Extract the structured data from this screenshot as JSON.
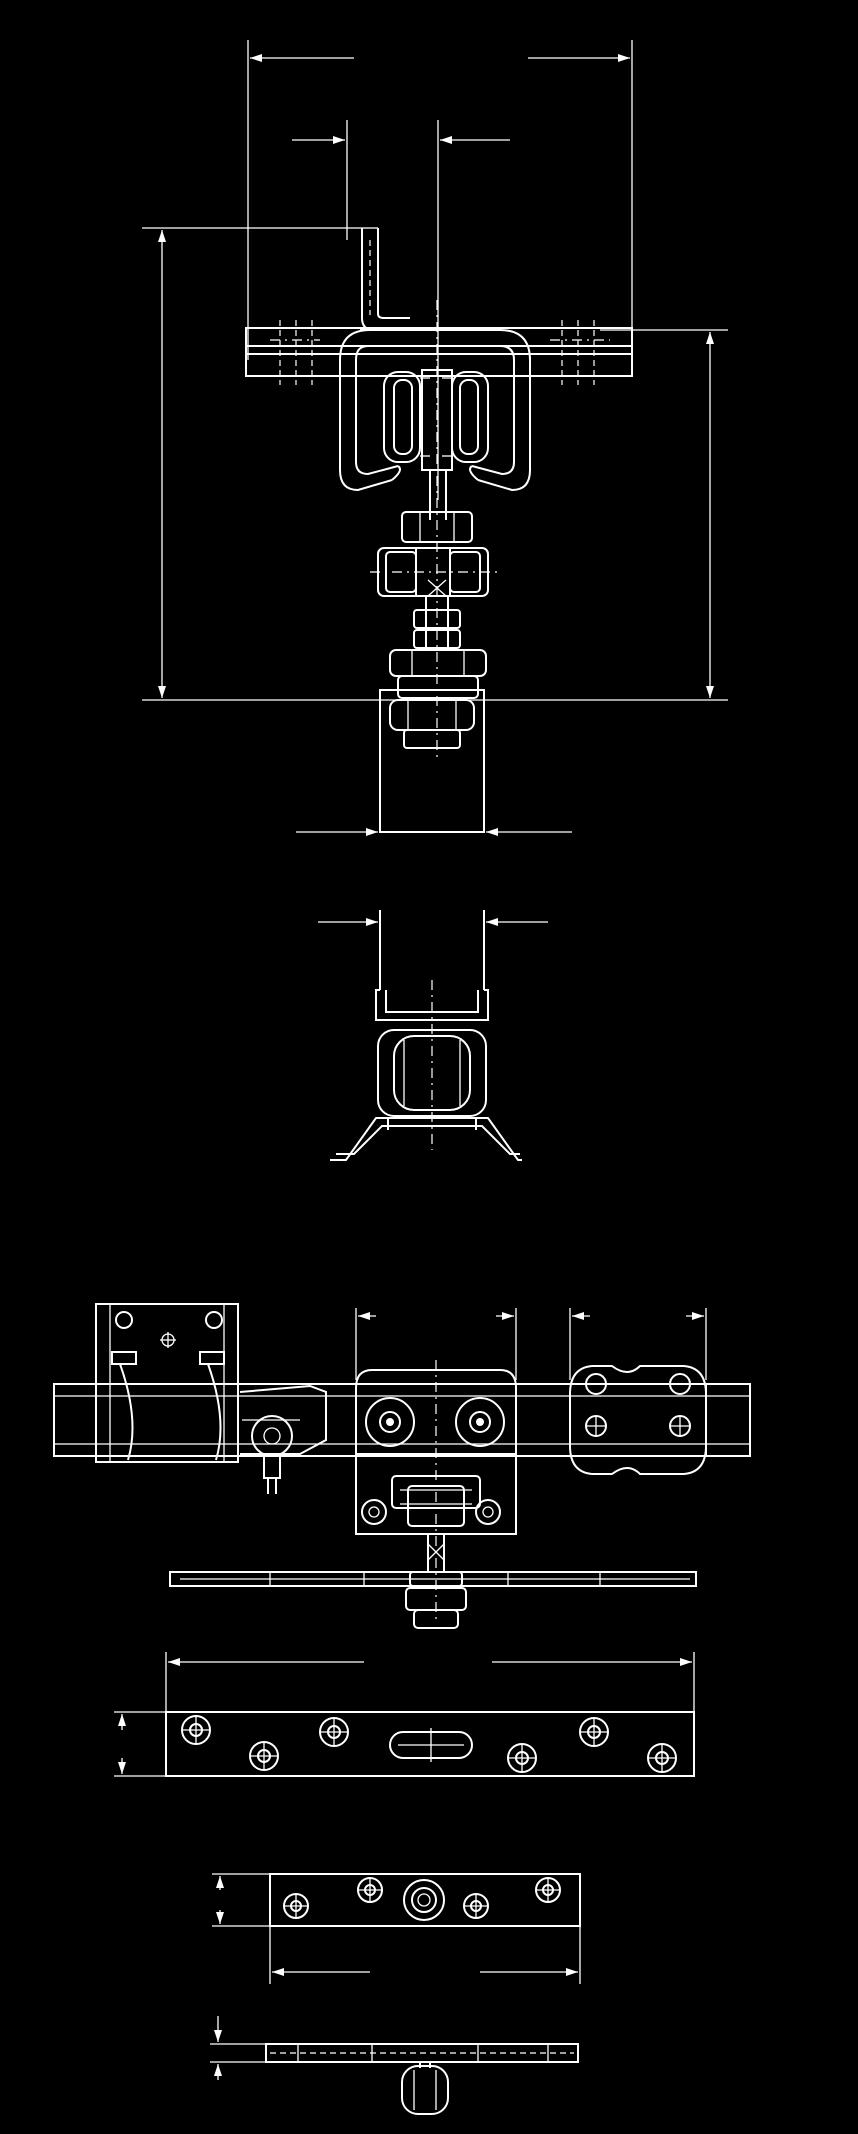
{
  "drawing": {
    "colors": {
      "background": "#000000",
      "line": "#ffffff"
    },
    "views": [
      {
        "id": "trolley-front-view"
      },
      {
        "id": "end-guide-view"
      },
      {
        "id": "trolley-side-view"
      },
      {
        "id": "long-mounting-plate-view"
      },
      {
        "id": "short-mounting-plate-view"
      },
      {
        "id": "short-plate-edge-view"
      }
    ]
  }
}
